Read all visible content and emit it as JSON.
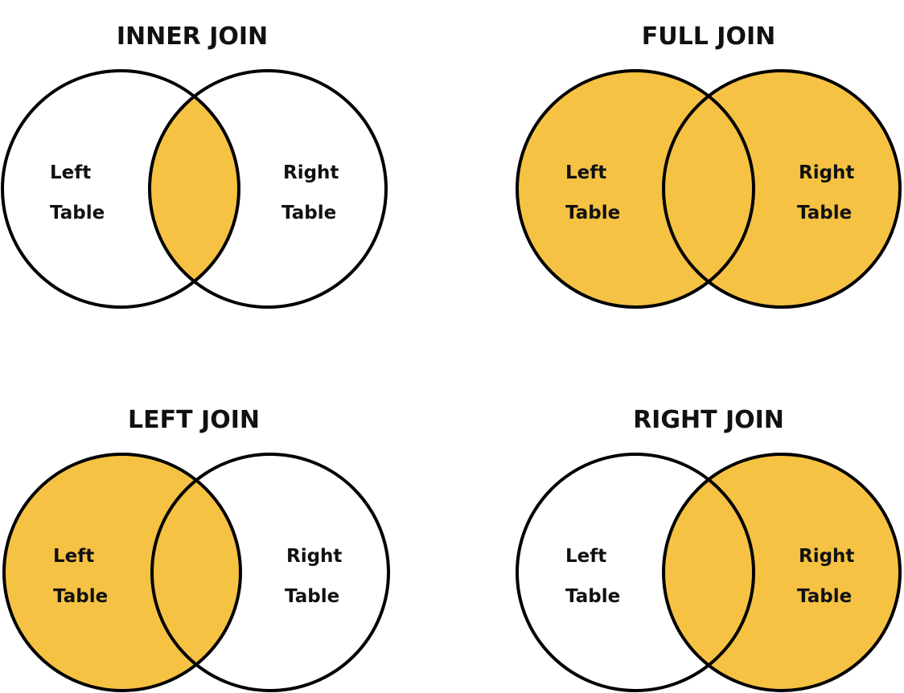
{
  "colors": {
    "highlight": "#F5C243",
    "background": "#FFFFFF",
    "outline": "#000000"
  },
  "diagrams": [
    {
      "title": "INNER JOIN",
      "left_label_line1": "Left",
      "left_label_line2": "Table",
      "right_label_line1": "Right",
      "right_label_line2": "Table",
      "highlight": "intersection"
    },
    {
      "title": "FULL JOIN",
      "left_label_line1": "Left",
      "left_label_line2": "Table",
      "right_label_line1": "Right",
      "right_label_line2": "Table",
      "highlight": "both"
    },
    {
      "title": "LEFT JOIN",
      "left_label_line1": "Left",
      "left_label_line2": "Table",
      "right_label_line1": "Right",
      "right_label_line2": "Table",
      "highlight": "left"
    },
    {
      "title": "RIGHT JOIN",
      "left_label_line1": "Left",
      "left_label_line2": "Table",
      "right_label_line1": "Right",
      "right_label_line2": "Table",
      "highlight": "right"
    }
  ]
}
